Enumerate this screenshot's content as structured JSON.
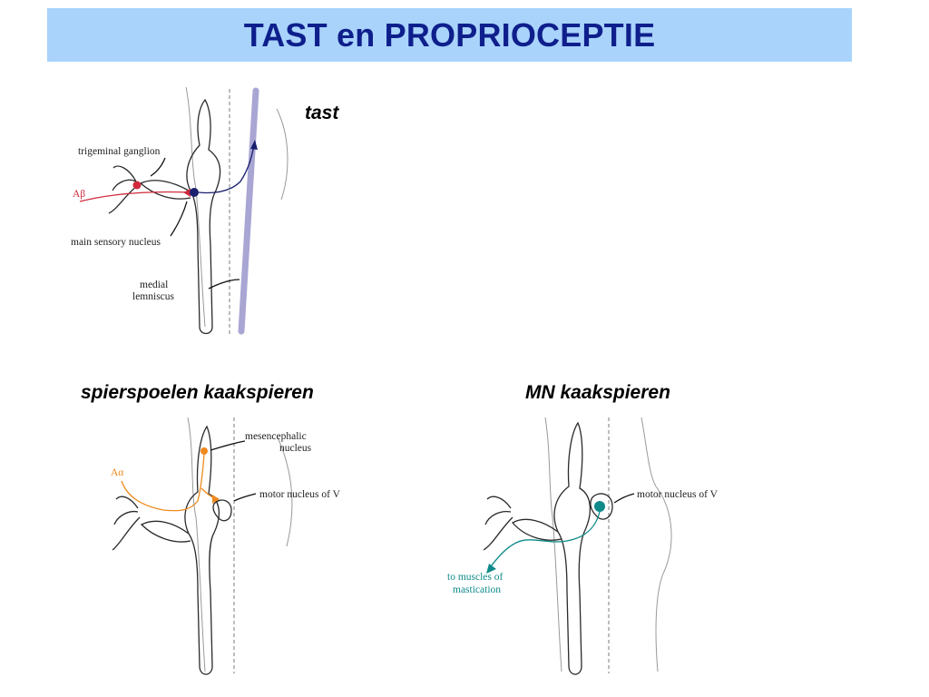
{
  "title": "TAST en PROPRIOCEPTIE",
  "headings": {
    "touch": "tast",
    "spindles": "spierspoelen kaakspieren",
    "motor": "MN kaakspieren"
  },
  "touch_panel": {
    "labels": {
      "ganglion": "trigeminal ganglion",
      "fiber": "Aβ",
      "nucleus": "main sensory nucleus",
      "lemniscus_1": "medial",
      "lemniscus_2": "lemniscus"
    },
    "colors": {
      "fiber": "#d02a3c",
      "second_neuron": "#1a1f6e",
      "lemniscus": "#a9a6d4"
    }
  },
  "spindle_panel": {
    "labels": {
      "mesenc_1": "mesencephalic",
      "mesenc_2": "nucleus",
      "fiber": "Aα",
      "motor_nucleus": "motor nucleus of V"
    },
    "colors": {
      "fiber": "#ef8a1e"
    }
  },
  "motor_panel": {
    "labels": {
      "motor_nucleus": "motor nucleus of V",
      "muscles_1": "to muscles of",
      "muscles_2": "mastication"
    },
    "colors": {
      "axon": "#0f8a8a"
    }
  }
}
